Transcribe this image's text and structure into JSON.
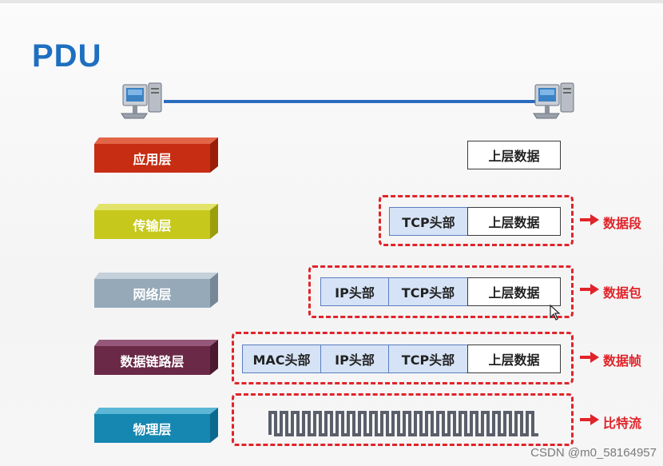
{
  "title": "PDU",
  "layers": {
    "application": "应用层",
    "transport": "传输层",
    "network": "网络层",
    "datalink": "数据链路层",
    "physical": "物理层"
  },
  "cells": {
    "upper_data": "上层数据",
    "tcp_header": "TCP头部",
    "ip_header": "IP头部",
    "mac_header": "MAC头部"
  },
  "pdu_names": {
    "segment": "数据段",
    "packet": "数据包",
    "frame": "数据帧",
    "bits": "比特流"
  },
  "colors": {
    "title": "#1f6fc0",
    "dash": "#e0242a",
    "application": "#c62d13",
    "transport": "#c6c91c",
    "network": "#96a9b9",
    "datalink": "#6a2947",
    "physical": "#1587b1"
  },
  "icons": [
    "computer-icon",
    "computer-icon",
    "arrow-right-icon",
    "mouse-cursor-icon"
  ],
  "watermark": "CSDN @m0_58164957"
}
